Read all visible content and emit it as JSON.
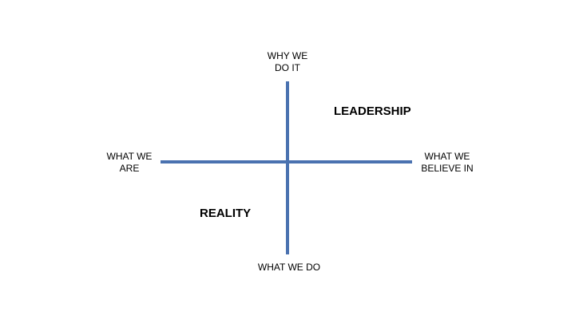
{
  "diagram": {
    "axis_color": "#4a72b0",
    "axes": {
      "top_label": "WHY WE\nDO IT",
      "bottom_label": "WHAT WE DO",
      "left_label": "WHAT WE\nARE",
      "right_label": "WHAT WE\nBELIEVE IN"
    },
    "quadrants": {
      "top_right": "LEADERSHIP",
      "bottom_left": "REALITY"
    }
  }
}
